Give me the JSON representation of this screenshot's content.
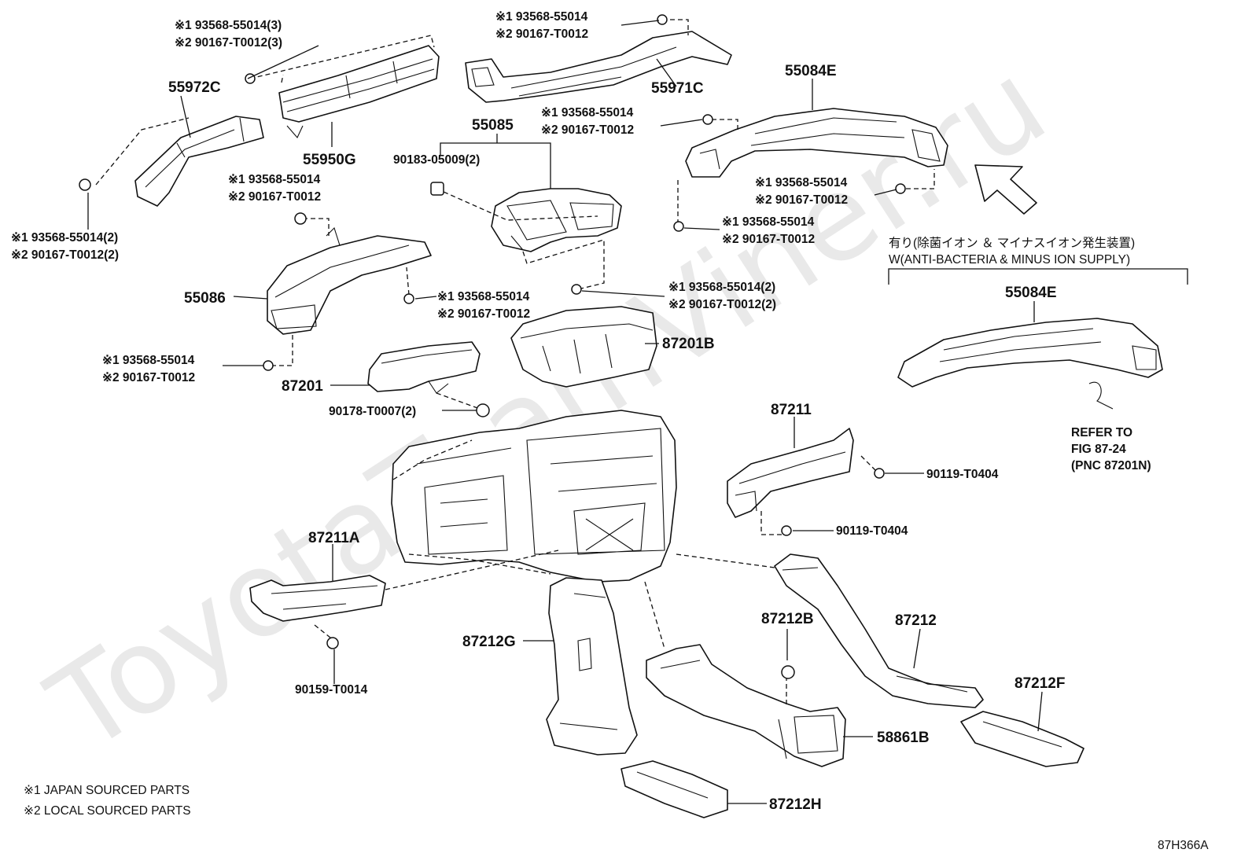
{
  "watermark": "ToyotaTeamViner.ru",
  "diagram_code": "87H366A",
  "parts": {
    "p55972C": "55972C",
    "p55950G": "55950G",
    "p55971C": "55971C",
    "p55084E_top": "55084E",
    "p55085": "55085",
    "p55086": "55086",
    "p87201B": "87201B",
    "p87201": "87201",
    "p55084E_opt": "55084E",
    "p87211": "87211",
    "p87211A": "87211A",
    "p87212G": "87212G",
    "p87212B": "87212B",
    "p87212": "87212",
    "p87212F": "87212F",
    "p58861B": "58861B",
    "p87212H": "87212H"
  },
  "fasteners": {
    "f1a": "※1 93568-55014(3)",
    "f1b": "※2 90167-T0012(3)",
    "f2a": "※1 93568-55014",
    "f2b": "※2 90167-T0012",
    "f3a": "※1 93568-55014",
    "f3b": "※2 90167-T0012",
    "f4": "90183-05009(2)",
    "f5a": "※1 93568-55014",
    "f5b": "※2 90167-T0012",
    "f6a": "※1 93568-55014",
    "f6b": "※2 90167-T0012",
    "f7a": "※1 93568-55014",
    "f7b": "※2 90167-T0012",
    "f8a": "※1 93568-55014(2)",
    "f8b": "※2 90167-T0012(2)",
    "f9a": "※1 93568-55014",
    "f9b": "※2 90167-T0012",
    "f10a": "※1 93568-55014(2)",
    "f10b": "※2 90167-T0012(2)",
    "f11a": "※1 93568-55014",
    "f11b": "※2 90167-T0012",
    "f12": "90178-T0007(2)",
    "f13": "90119-T0404",
    "f14": "90119-T0404",
    "f15": "90159-T0014"
  },
  "option": {
    "jp": "有り(除菌イオン ＆ マイナスイオン発生装置)",
    "en": "W(ANTI-BACTERIA & MINUS ION SUPPLY)",
    "refer1": "REFER TO",
    "refer2": "FIG 87-24",
    "refer3": "(PNC 87201N)"
  },
  "legend": {
    "l1": "※1  JAPAN SOURCED PARTS",
    "l2": "※2  LOCAL SOURCED PARTS"
  }
}
